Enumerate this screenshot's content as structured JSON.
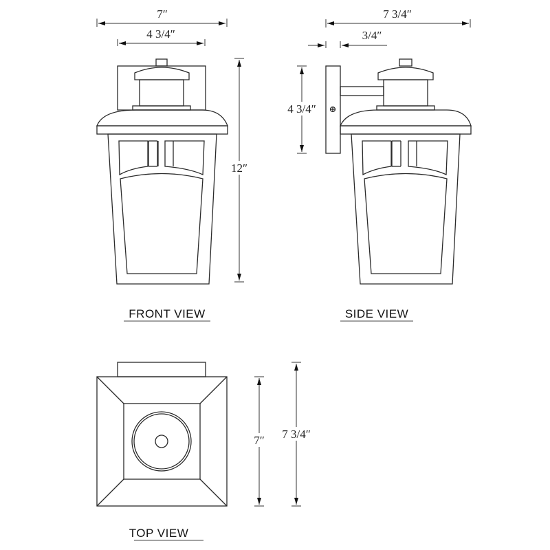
{
  "views": {
    "front": {
      "label": "FRONT VIEW",
      "dims": {
        "overall_width": "7″",
        "backplate_width": "4 3/4″",
        "height": "12″"
      }
    },
    "side": {
      "label": "SIDE VIEW",
      "dims": {
        "depth": "7 3/4″",
        "backplate_depth": "3/4″",
        "backplate_height": "4 3/4″"
      }
    },
    "top": {
      "label": "TOP VIEW",
      "dims": {
        "width": "7″",
        "depth": "7 3/4″"
      }
    }
  },
  "colors": {
    "line": "#2a2a2a",
    "background": "#ffffff"
  }
}
